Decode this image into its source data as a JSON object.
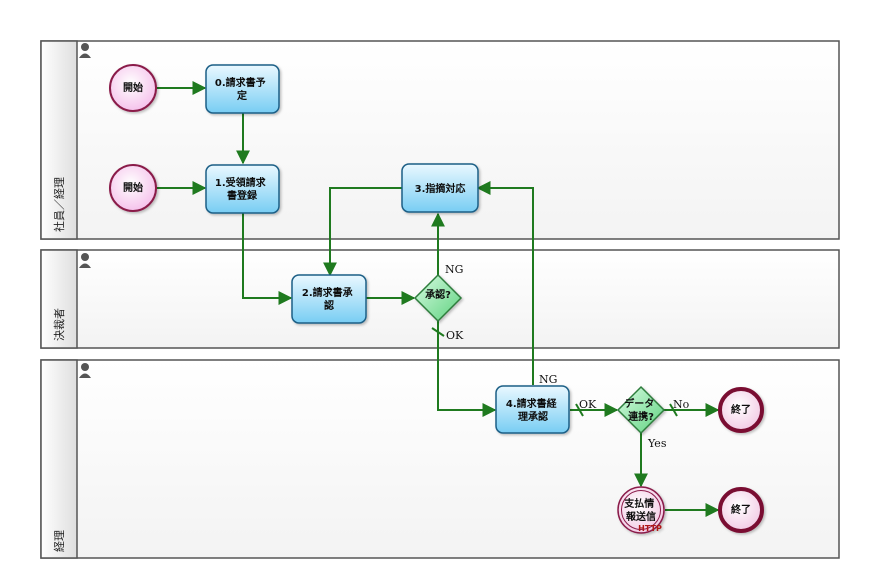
{
  "lanes": [
    {
      "id": "lane-employee-accounting",
      "label": "社員／経理"
    },
    {
      "id": "lane-approver",
      "label": "決裁者"
    },
    {
      "id": "lane-accounting",
      "label": "経理"
    }
  ],
  "start_events": [
    {
      "id": "start-1",
      "label": "開始"
    },
    {
      "id": "start-2",
      "label": "開始"
    }
  ],
  "end_events": [
    {
      "id": "end-1",
      "label": "終了"
    },
    {
      "id": "end-2",
      "label": "終了"
    }
  ],
  "tasks": [
    {
      "id": "task-0",
      "lines": [
        "0.請求書予",
        "定"
      ]
    },
    {
      "id": "task-1",
      "lines": [
        "1.受領請求",
        "書登録"
      ]
    },
    {
      "id": "task-2",
      "lines": [
        "2.請求書承",
        "認"
      ]
    },
    {
      "id": "task-3",
      "lines": [
        "3.指摘対応"
      ]
    },
    {
      "id": "task-4",
      "lines": [
        "4.請求書経",
        "理承認"
      ]
    }
  ],
  "gateways": [
    {
      "id": "gw-approve",
      "lines": [
        "承認?"
      ]
    },
    {
      "id": "gw-data",
      "lines": [
        "データ",
        "連携?"
      ]
    }
  ],
  "send_task": {
    "id": "send-payment",
    "lines": [
      "支払情",
      "報送信"
    ],
    "badge": "HTTP"
  },
  "flow_labels": {
    "ng1": "NG",
    "ok1": "OK",
    "ng2": "NG",
    "ok2": "OK",
    "no": "No",
    "yes": "Yes"
  },
  "colors": {
    "flow": "#1f7a1f",
    "task_fill_top": "#e6f7ff",
    "task_fill_bottom": "#7fd0f5",
    "task_stroke": "#1c5f86",
    "start_fill": "#f6c6ee",
    "start_stroke": "#8a1a4a",
    "end_stroke": "#7a0f33",
    "gateway_fill": "#8fe6a6",
    "gateway_stroke": "#2e7d3c",
    "lane_border": "#555555"
  }
}
